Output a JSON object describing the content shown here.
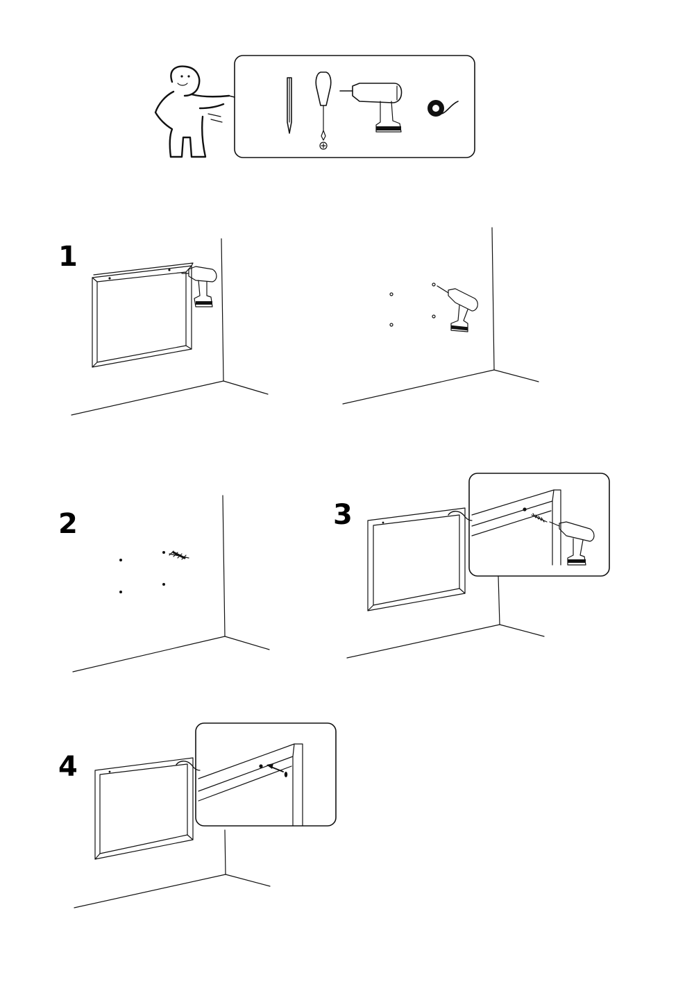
{
  "document": {
    "type": "assembly-instruction-page",
    "tools_panel": {
      "tools": [
        "pencil-icon",
        "phillips-screwdriver-icon",
        "power-drill-icon",
        "measuring-tape-icon"
      ],
      "screw_head_label": "⊕"
    },
    "steps": [
      {
        "number": "1",
        "panels": [
          "frame-marking-on-wall",
          "drilling-marked-holes"
        ]
      },
      {
        "number": "2",
        "panels": [
          "inserting-wall-plugs"
        ]
      },
      {
        "number": "3",
        "panels": [
          "screwing-frame-to-wall"
        ]
      },
      {
        "number": "4",
        "panels": [
          "covering-screw-head"
        ]
      }
    ]
  }
}
